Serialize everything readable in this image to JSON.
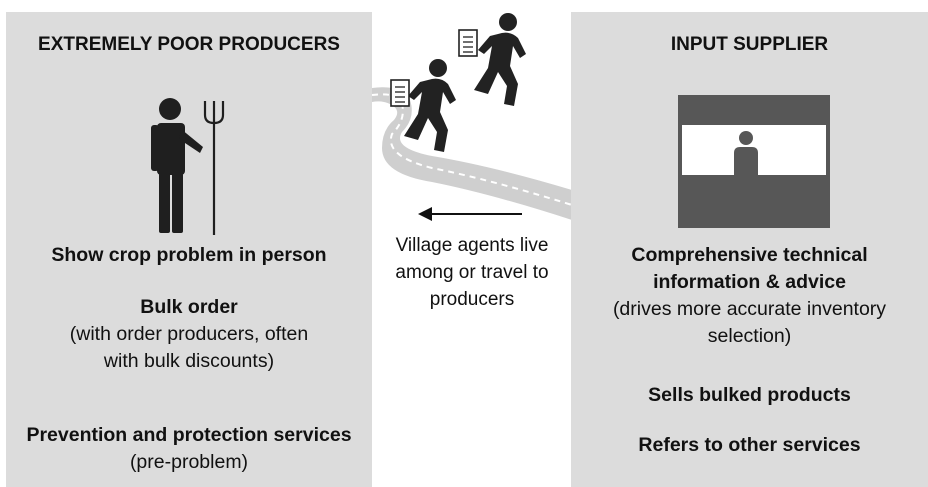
{
  "left": {
    "title": "EXTREMELY POOR PRODUCERS",
    "show_crop": "Show crop problem in person",
    "bulk_title": "Bulk order",
    "bulk_desc": "(with order producers, often with bulk discounts)",
    "prevention_bold": "Prevention and protection services",
    "prevention_rest": " (pre-problem)"
  },
  "middle": {
    "caption": "Village agents live among or travel to producers"
  },
  "right": {
    "title": "INPUT SUPPLIER",
    "technical_bold": "Comprehensive technical information & advice",
    "technical_desc": "(drives more accurate inventory selection)",
    "sells": "Sells bulked products",
    "refers": "Refers to other services"
  },
  "icons": {
    "farmer": "farmer-with-pitchfork-icon",
    "agents": "walking-agent-with-clipboard-icon",
    "road": "road-icon",
    "shop": "shop-counter-icon",
    "arrow": "arrow-left-icon"
  },
  "colors": {
    "panel": "#dcdcdc",
    "figure": "#222222",
    "road": "#c8c8c8"
  }
}
